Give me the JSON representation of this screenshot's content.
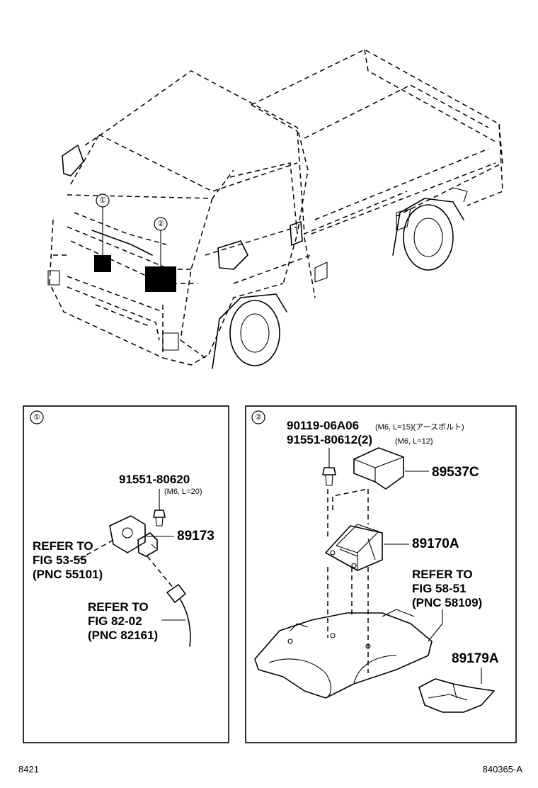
{
  "callouts": [
    {
      "marker": "①"
    },
    {
      "marker": "②"
    }
  ],
  "panel1": {
    "marker": "①",
    "bolt_part": "91551-80620",
    "bolt_spec": "(M6, L=20)",
    "sensor_part": "89173",
    "refer_a": [
      "REFER TO",
      "FIG 53-55",
      "(PNC 55101)"
    ],
    "refer_b": [
      "REFER TO",
      "FIG 82-02",
      "(PNC 82161)"
    ]
  },
  "panel2": {
    "marker": "②",
    "bolt1_part": "90119-06A06",
    "bolt1_spec": "(M6, L=15)(アースボルト)",
    "bolt2_part": "91551-80612(2)",
    "bolt2_spec": "(M6, L=12)",
    "cover_part": "89537C",
    "ecu_part": "89170A",
    "bracket_part": "89179A",
    "refer": [
      "REFER TO",
      "FIG 58-51",
      "(PNC 58109)"
    ]
  },
  "footer": {
    "left": "8421",
    "right": "840365-A"
  }
}
